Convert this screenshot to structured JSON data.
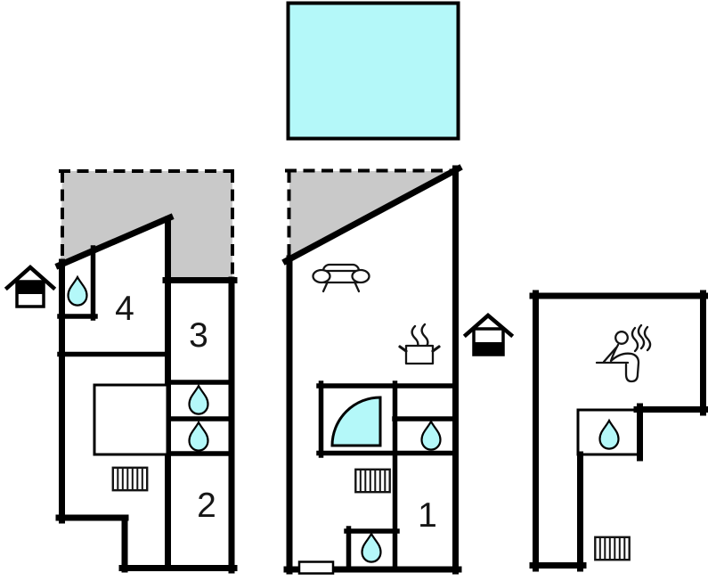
{
  "colors": {
    "wall": "#000000",
    "water": "#b4f8f9",
    "terrace": "#c9c9c9",
    "label": "#161616",
    "bg": "#ffffff"
  },
  "rooms": {
    "room1": "1",
    "room2": "2",
    "room3": "3",
    "room4": "4"
  },
  "icons": {
    "pool": "swimming-pool",
    "terrace": "terrace-area",
    "drop": "water-point-icon",
    "radiator": "radiator-icon",
    "sofa": "sofa-icon",
    "stove": "stove-icon",
    "shower": "corner-shower-icon",
    "sauna": "sauna-icon",
    "entrance": "entrance-icon",
    "door": "door-marker"
  }
}
